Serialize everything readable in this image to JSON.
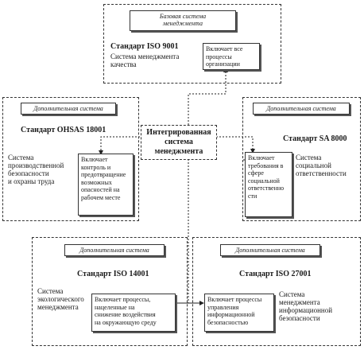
{
  "center": {
    "lines": [
      "Интегрированная",
      "система",
      "менеджмента"
    ]
  },
  "top": {
    "tag": [
      "Базовая система",
      "менеджмента"
    ],
    "standard": "Стандарт ISO 9001",
    "desc": [
      "Система менеджмента",
      "качества"
    ],
    "inner": [
      "Включает все",
      "процессы",
      "организации"
    ]
  },
  "left": {
    "tag": "Дополнительная система",
    "standard": "Стандарт OHSAS 18001",
    "desc": [
      "Система",
      "производственной",
      "безопасности",
      "и охраны труда"
    ],
    "inner": [
      "Включает",
      "контроль и",
      "предотвращение",
      "возможных",
      "опасностей на",
      "рабочем месте"
    ]
  },
  "right": {
    "tag": "Дополнительная система",
    "standard": "Стандарт SA 8000",
    "desc": [
      "Система",
      "социальной",
      "ответственности"
    ],
    "inner": [
      "Включает",
      "требования в",
      "сфере",
      "социальной",
      "ответственно",
      "сти"
    ]
  },
  "bottom_left": {
    "tag": "Дополнительная система",
    "standard": "Стандарт ISO 14001",
    "desc": [
      "Система",
      "экологического",
      "менеджмента"
    ],
    "inner": [
      "Включает процессы,",
      "нацеленные на",
      "снижение воздействия",
      "на окружающую среду"
    ]
  },
  "bottom_right": {
    "tag": "Дополнительная система",
    "standard": "Стандарт ISO 27001",
    "desc": [
      "Система",
      "менеджмента",
      "информационной",
      "безопасности"
    ],
    "inner": [
      "Включает процессы",
      "управления",
      "информационной",
      "безопасностью"
    ]
  }
}
